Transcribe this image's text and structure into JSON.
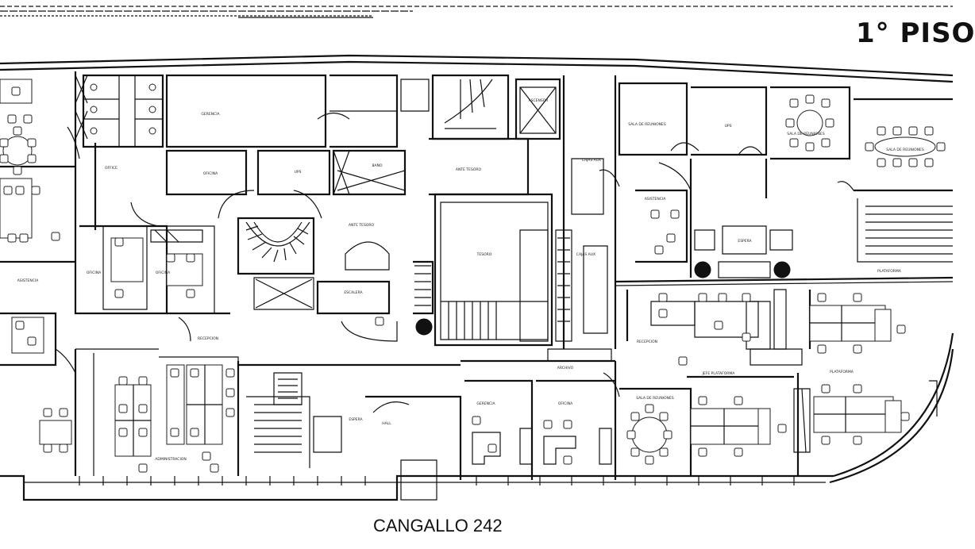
{
  "title": "1° PISO",
  "address": "CANGALLO 242",
  "rooms": {
    "sala_reuniones_a": "SALA DE REUNIONES",
    "sala_reuniones_b": "SALA DE REUNIONES",
    "sala_reuniones_c": "SALA DE REUNIONES",
    "sala_reuniones_d": "SALA DE REUNIONES",
    "ups": "UPS",
    "ups_b": "UPS",
    "tesoro": "TESORO",
    "ante_tesoro": "ANTE TESORO",
    "ante_tesoro_b": "ANTE TESORO",
    "espera": "ESPERA",
    "espera_b": "ESPERA",
    "hall": "HALL",
    "gerencia": "GERENCIA",
    "gerencia_b": "GERENCIA",
    "oficina": "OFICINA",
    "oficina_b": "OFICINA",
    "recepcion": "RECEPCION",
    "asistencia": "ASISTENCIA",
    "plataforma": "PLATAFORMA",
    "jefe_plataforma": "JEFE PLATAFORMA",
    "administracion": "ADMINISTRACION",
    "cajas_aux": "CAJAS AUX",
    "cajas_aux_b": "CAJAS AUX",
    "bano": "BAÑO",
    "ascensor": "ASCENSOR",
    "escalera": "ESCALERA",
    "kitchen": "OFFICE",
    "archivo": "ARCHIVO"
  }
}
